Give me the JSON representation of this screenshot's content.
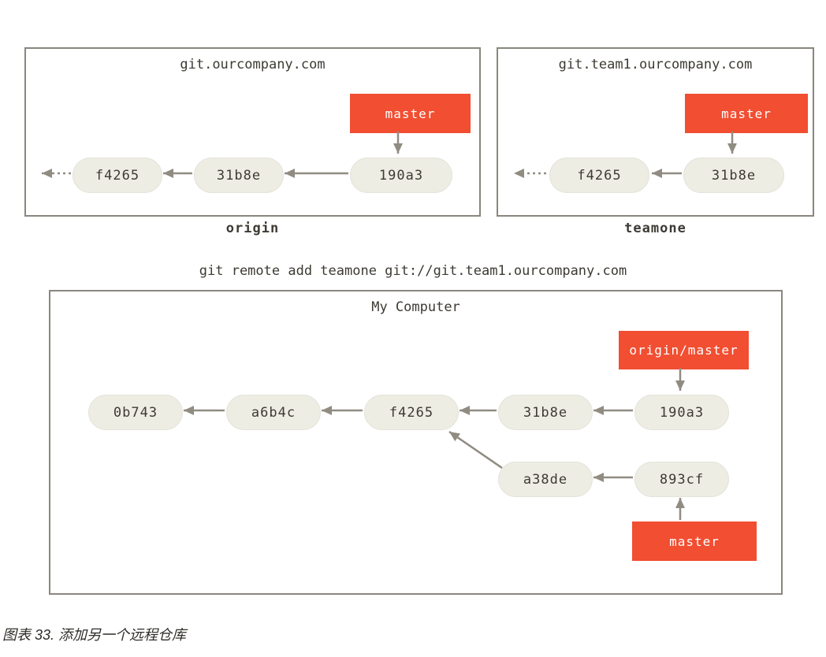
{
  "palette": {
    "branch_red": "#f14e32",
    "node_fill": "#eeede4",
    "line_gray": "#918c82",
    "text_dark": "#3d3a33",
    "border_gray": "#8a867f"
  },
  "origin_repo": {
    "title": "git.ourcompany.com",
    "label": "origin",
    "branch": "master",
    "commits": [
      "f4265",
      "31b8e",
      "190a3"
    ]
  },
  "teamone_repo": {
    "title": "git.team1.ourcompany.com",
    "label": "teamone",
    "branch": "master",
    "commits": [
      "f4265",
      "31b8e"
    ]
  },
  "command": "git remote add teamone git://git.team1.ourcompany.com",
  "local_repo": {
    "title": "My Computer",
    "remote_branch": "origin/master",
    "local_branch": "master",
    "main_commits": [
      "0b743",
      "a6b4c",
      "f4265",
      "31b8e",
      "190a3"
    ],
    "branch_commits": [
      "a38de",
      "893cf"
    ]
  },
  "caption": "图表 33. 添加另一个远程仓库"
}
